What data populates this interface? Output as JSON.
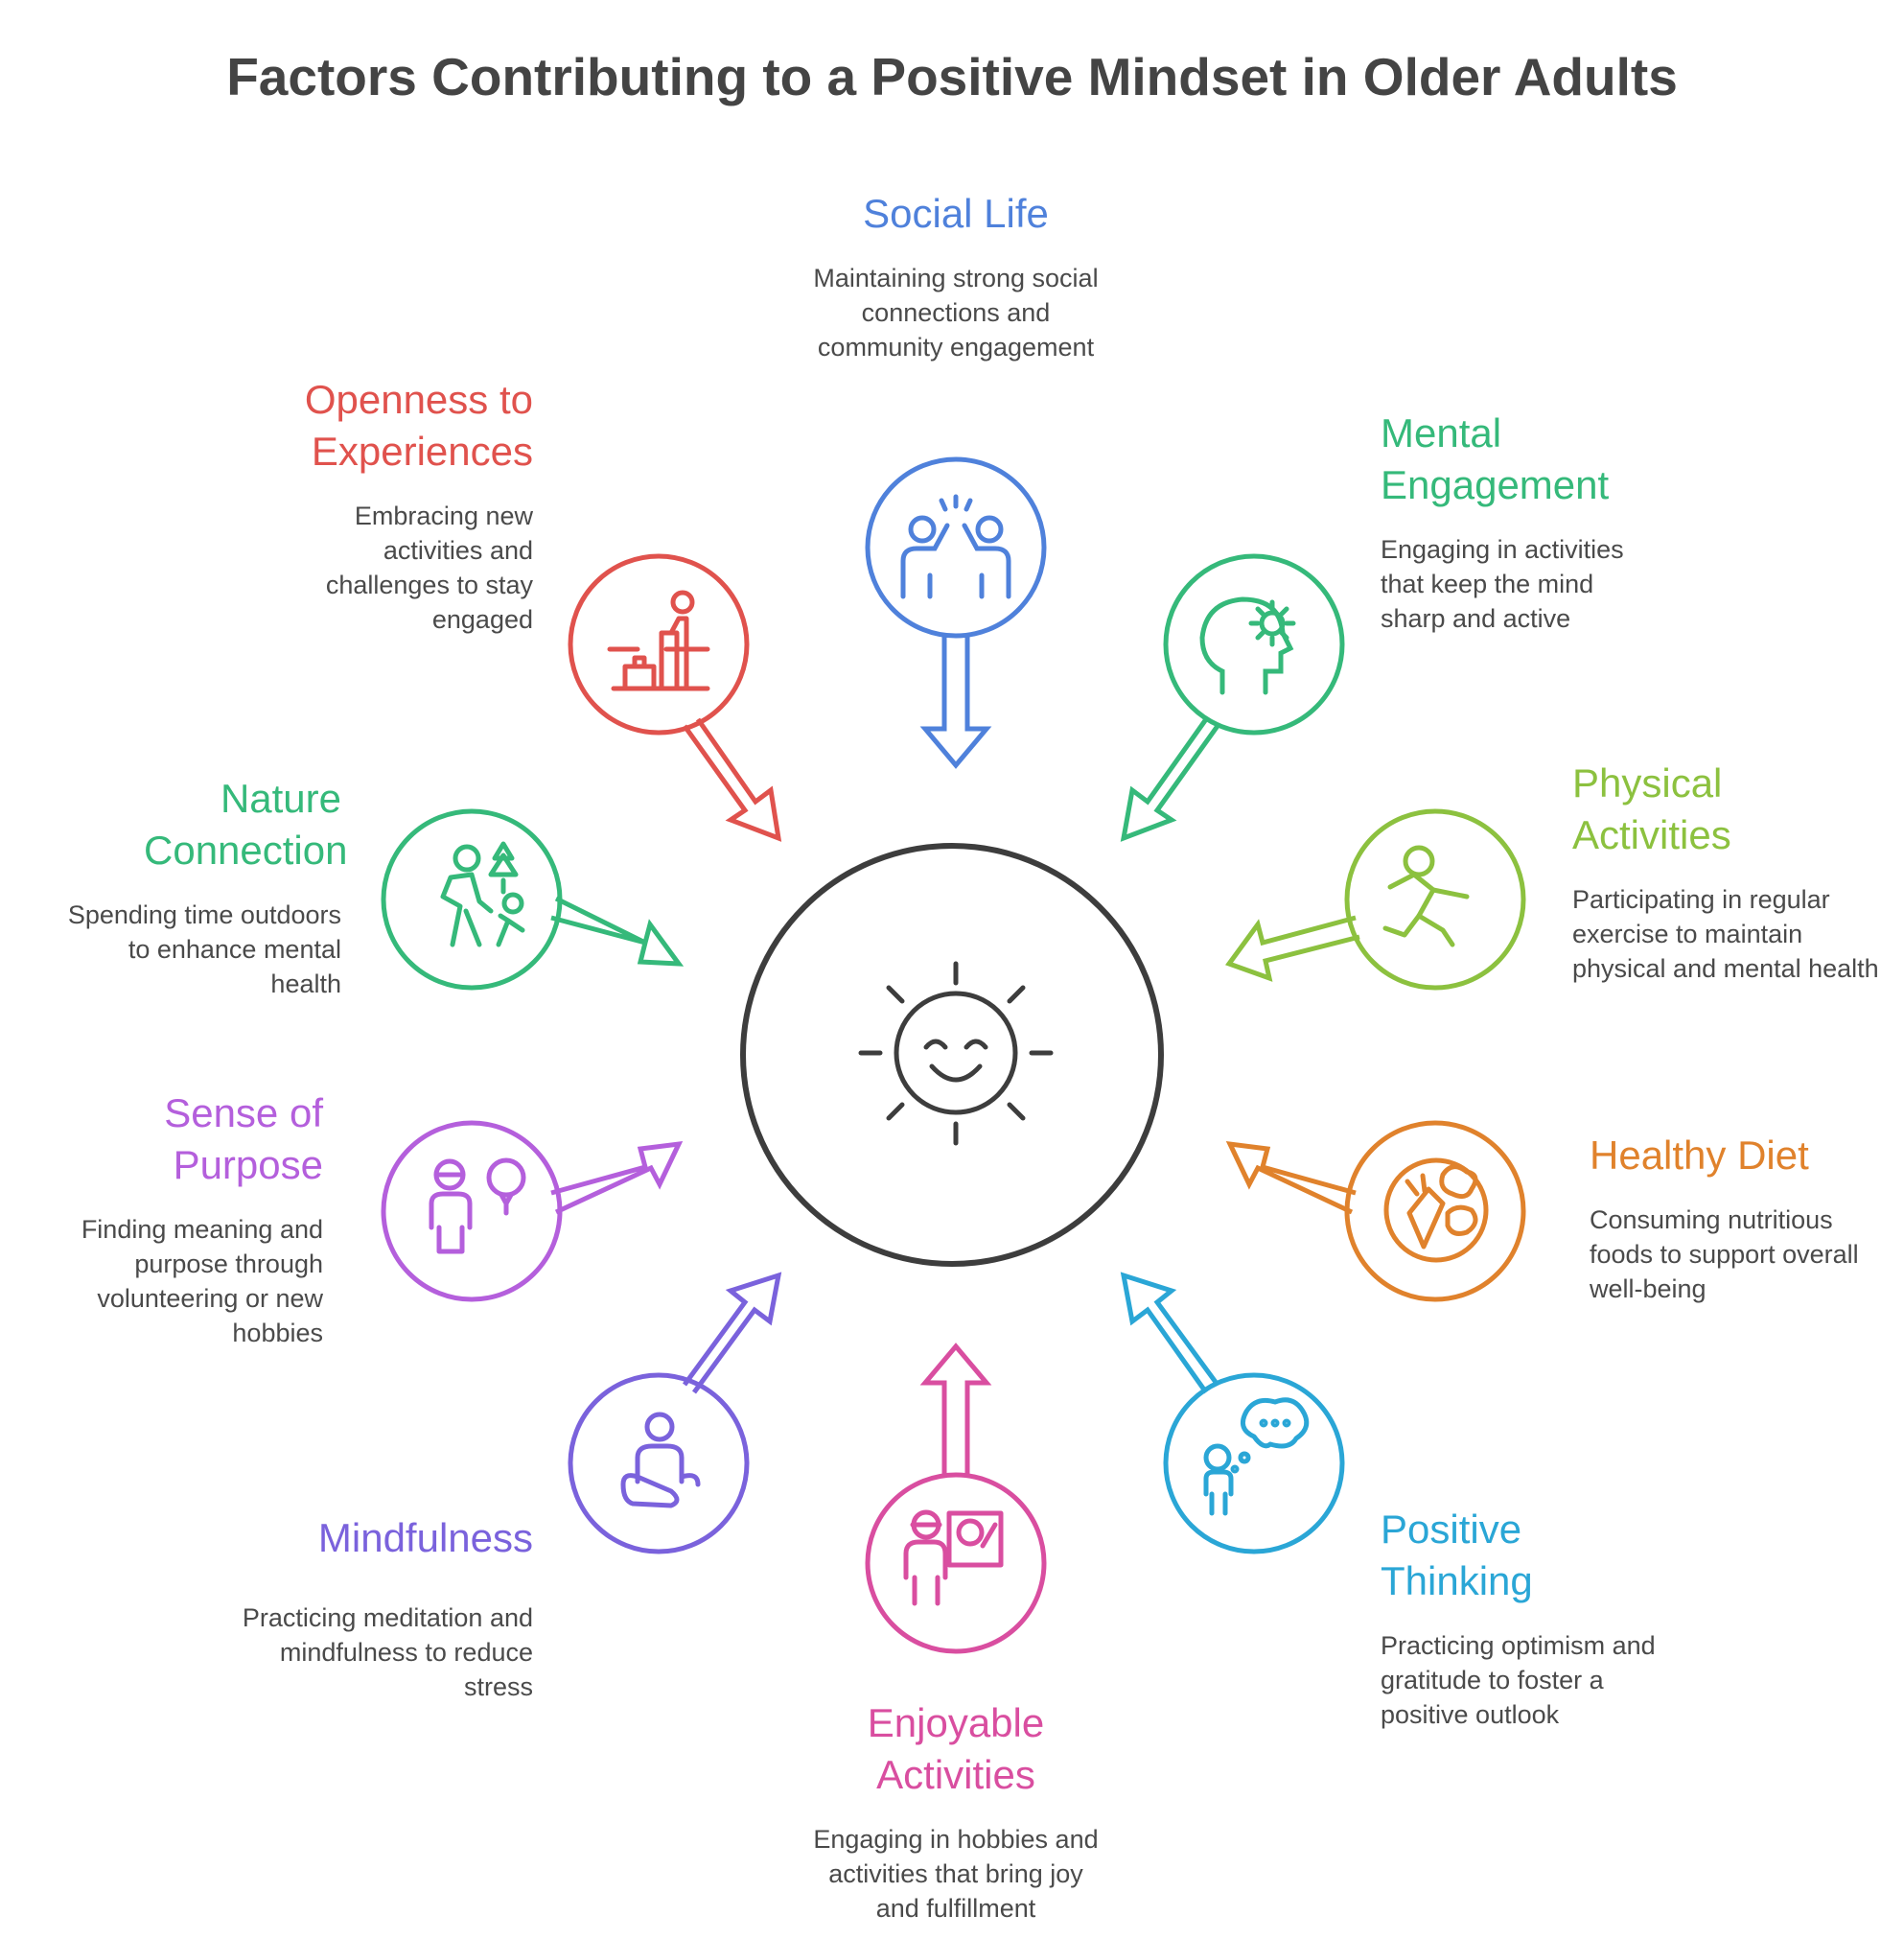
{
  "title": "Factors Contributing to a Positive Mindset in Older Adults",
  "center": {
    "icon": "smiling-sun-icon",
    "color": "#3d3d3d"
  },
  "factors": [
    {
      "key": "social-life",
      "heading": "Social Life",
      "description": "Maintaining strong social connections and community engagement",
      "color": "#4f81db",
      "icon": "high-five-icon"
    },
    {
      "key": "mental-engagement",
      "heading": "Mental Engagement",
      "description": "Engaging in activities that keep the mind sharp and active",
      "color": "#35b97a",
      "icon": "head-gear-icon"
    },
    {
      "key": "physical-activities",
      "heading": "Physical Activities",
      "description": "Participating in regular exercise to maintain physical and mental health",
      "color": "#8cc13f",
      "icon": "running-person-icon"
    },
    {
      "key": "healthy-diet",
      "heading": "Healthy Diet",
      "description": "Consuming nutritious foods to support overall well-being",
      "color": "#e0822c",
      "icon": "vegetables-plate-icon"
    },
    {
      "key": "positive-thinking",
      "heading": "Positive Thinking",
      "description": "Practicing optimism and gratitude to foster a positive outlook",
      "color": "#2aa6d6",
      "icon": "person-thought-bubble-icon"
    },
    {
      "key": "enjoyable-activities",
      "heading": "Enjoyable Activities",
      "description": "Engaging in hobbies and activities that bring joy and fulfillment",
      "color": "#d94ea0",
      "icon": "painter-easel-icon"
    },
    {
      "key": "mindfulness",
      "heading": "Mindfulness",
      "description": "Practicing meditation and mindfulness to reduce stress",
      "color": "#7a62dc",
      "icon": "meditating-person-icon"
    },
    {
      "key": "sense-of-purpose",
      "heading": "Sense of Purpose",
      "description": "Finding meaning and purpose through volunteering or new hobbies",
      "color": "#b45fdc",
      "icon": "person-balloon-icon"
    },
    {
      "key": "nature-connection",
      "heading": "Nature Connection",
      "description": "Spending time outdoors to enhance mental health",
      "color": "#35b97a",
      "icon": "hikers-tree-icon"
    },
    {
      "key": "openness-to-experiences",
      "heading": "Openness to Experiences",
      "description": "Embracing new activities and challenges to stay engaged",
      "color": "#e0524d",
      "icon": "podium-climber-icon"
    }
  ]
}
